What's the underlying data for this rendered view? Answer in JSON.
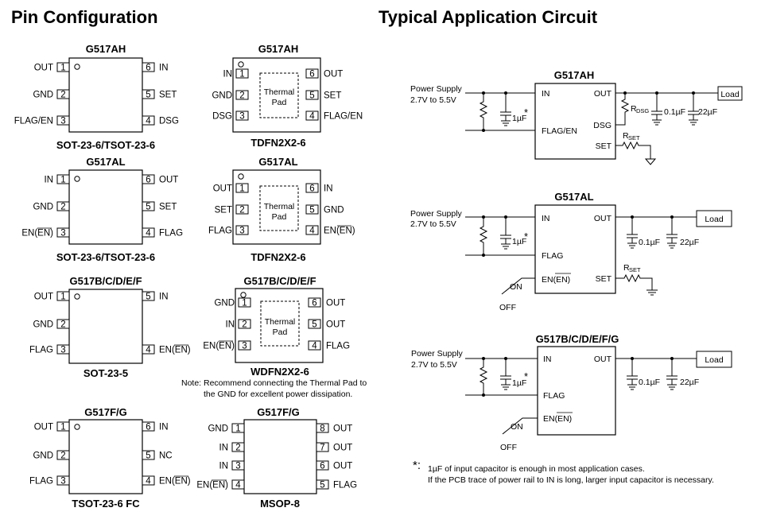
{
  "headings": {
    "pin_config": "Pin Configuration",
    "app_circuit": "Typical Application Circuit"
  },
  "packages": [
    {
      "title": "G517AH",
      "name": "SOT-23-6/TSOT-23-6",
      "left": [
        [
          "OUT",
          "1"
        ],
        [
          "GND",
          "2"
        ],
        [
          "FLAG/EN",
          "3"
        ]
      ],
      "right": [
        [
          "6",
          "IN"
        ],
        [
          "5",
          "SET"
        ],
        [
          "4",
          "DSG"
        ]
      ]
    },
    {
      "title": "G517AH",
      "name": "TDFN2X2-6",
      "left": [
        [
          "IN",
          "1"
        ],
        [
          "GND",
          "2"
        ],
        [
          "DSG",
          "3"
        ]
      ],
      "right": [
        [
          "6",
          "OUT"
        ],
        [
          "5",
          "SET"
        ],
        [
          "4",
          "FLAG/EN"
        ]
      ],
      "pad": [
        "Thermal",
        "Pad"
      ]
    },
    {
      "title": "G517AL",
      "name": "SOT-23-6/TSOT-23-6",
      "left": [
        [
          "IN",
          "1"
        ],
        [
          "GND",
          "2"
        ],
        [
          "EN(EN)",
          "3"
        ]
      ],
      "right": [
        [
          "6",
          "OUT"
        ],
        [
          "5",
          "SET"
        ],
        [
          "4",
          "FLAG"
        ]
      ]
    },
    {
      "title": "G517AL",
      "name": "TDFN2X2-6",
      "left": [
        [
          "OUT",
          "1"
        ],
        [
          "SET",
          "2"
        ],
        [
          "FLAG",
          "3"
        ]
      ],
      "right": [
        [
          "6",
          "IN"
        ],
        [
          "5",
          "GND"
        ],
        [
          "4",
          "EN(EN)"
        ]
      ],
      "pad": [
        "Thermal",
        "Pad"
      ]
    },
    {
      "title": "G517B/C/D/E/F",
      "name": "SOT-23-5",
      "left": [
        [
          "OUT",
          "1"
        ],
        [
          "GND",
          "2"
        ],
        [
          "FLAG",
          "3"
        ]
      ],
      "right": [
        [
          "5",
          "IN"
        ],
        [
          "4",
          "EN(EN)"
        ]
      ]
    },
    {
      "title": "G517B/C/D/E/F",
      "name": "WDFN2X2-6",
      "left": [
        [
          "GND",
          "1"
        ],
        [
          "IN",
          "2"
        ],
        [
          "EN(EN)",
          "3"
        ]
      ],
      "right": [
        [
          "6",
          "OUT"
        ],
        [
          "5",
          "OUT"
        ],
        [
          "4",
          "FLAG"
        ]
      ],
      "pad": [
        "Thermal",
        "Pad"
      ]
    },
    {
      "title": "G517F/G",
      "name": "TSOT-23-6 FC",
      "left": [
        [
          "OUT",
          "1"
        ],
        [
          "GND",
          "2"
        ],
        [
          "FLAG",
          "3"
        ]
      ],
      "right": [
        [
          "6",
          "IN"
        ],
        [
          "5",
          "NC"
        ],
        [
          "4",
          "EN(EN)"
        ]
      ]
    },
    {
      "title": "G517F/G",
      "name": "MSOP-8",
      "left": [
        [
          "GND",
          "1"
        ],
        [
          "IN",
          "2"
        ],
        [
          "IN",
          "3"
        ],
        [
          "EN(EN)",
          "4"
        ]
      ],
      "right": [
        [
          "8",
          "OUT"
        ],
        [
          "7",
          "OUT"
        ],
        [
          "6",
          "OUT"
        ],
        [
          "5",
          "FLAG"
        ]
      ]
    }
  ],
  "pad_note": [
    "Note: Recommend connecting the Thermal Pad  to",
    "the GND for excellent power dissipation."
  ],
  "circuits": [
    {
      "title": "G517AH",
      "supply": [
        "Power Supply",
        "2.7V to 5.5V"
      ],
      "pins_left": [
        "IN",
        "FLAG/EN"
      ],
      "pins_right": [
        "OUT",
        "DSG",
        "SET"
      ],
      "cin": "1µF",
      "cout1": "0.1µF",
      "cout2": "22µF",
      "rdsg": "DSG",
      "rset": "SET",
      "load": "Load",
      "star": "*"
    },
    {
      "title": "G517AL",
      "supply": [
        "Power Supply",
        "2.7V to 5.5V"
      ],
      "pins_left": [
        "IN",
        "FLAG",
        "EN(EN)"
      ],
      "pins_right": [
        "OUT",
        "SET"
      ],
      "cin": "1µF",
      "cout1": "0.1µF",
      "cout2": "22µF",
      "rset": "SET",
      "load": "Load",
      "star": "*",
      "on": "ON",
      "off": "OFF"
    },
    {
      "title": "G517B/C/D/E/F/G",
      "supply": [
        "Power Supply",
        "2.7V to 5.5V"
      ],
      "pins_left": [
        "IN",
        "FLAG",
        "EN(EN)"
      ],
      "pins_right": [
        "OUT"
      ],
      "cin": "1µF",
      "cout1": "0.1µF",
      "cout2": "22µF",
      "load": "Load",
      "star": "*",
      "on": "ON",
      "off": "OFF"
    }
  ],
  "footnote": {
    "star": "*:",
    "lines": [
      "1µF of input capacitor is enough in most application cases.",
      "If the PCB trace of power rail to IN is long,  larger input capacitor is necessary."
    ]
  }
}
